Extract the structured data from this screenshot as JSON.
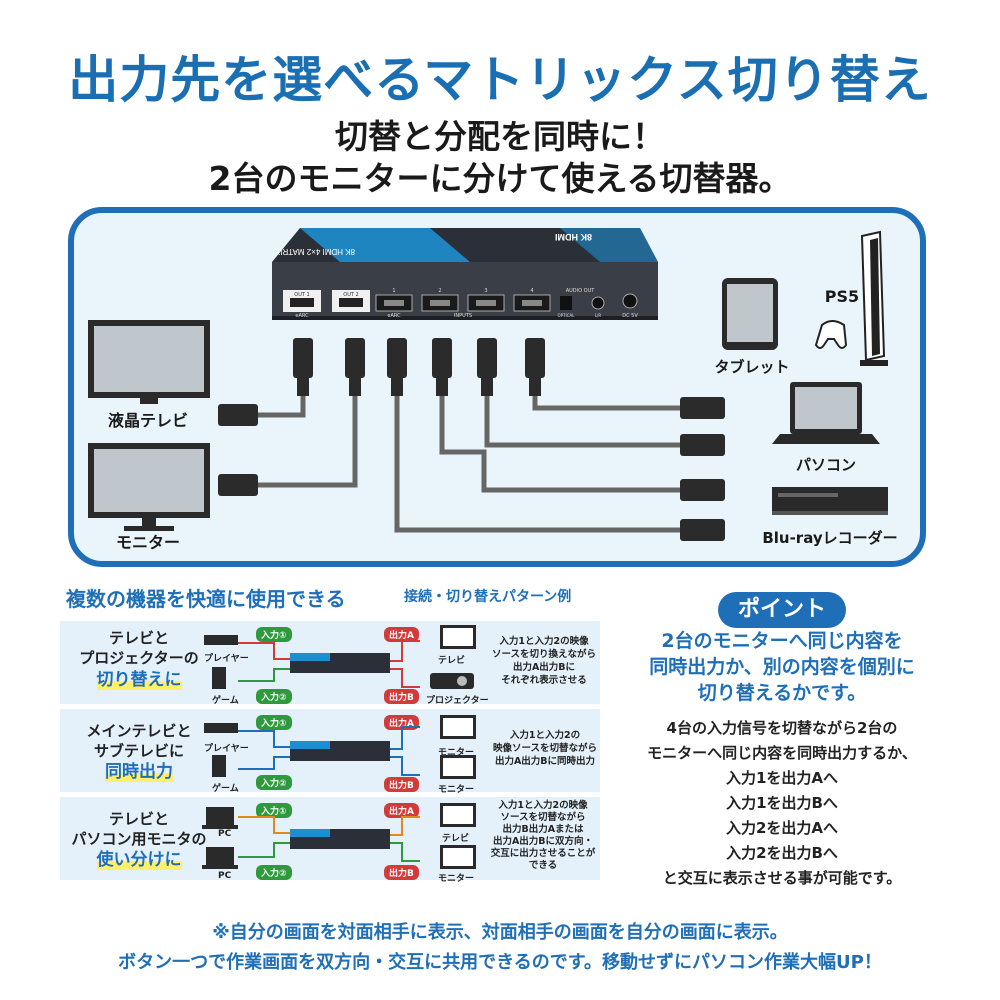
{
  "header": {
    "title": "出力先を選べるマトリックス切り替え",
    "subtitle1": "切替と分配を同時に！",
    "subtitle2": "2台のモニターに分けて使える切替器。"
  },
  "device": {
    "top_text": "8K HDMI 4×2 MATRIX",
    "logo_text": "8K HDMI",
    "ports": [
      "OUT 1",
      "OUT 2",
      "1",
      "2",
      "3",
      "4"
    ],
    "port_sub": [
      "eARC",
      "eARC",
      "INPUTS"
    ],
    "audio_label": "AUDIO OUT",
    "audio_sub": [
      "OPTICAL",
      "L/R"
    ],
    "dc_label": "DC 5V"
  },
  "devices_left": [
    "液晶テレビ",
    "モニター"
  ],
  "devices_right": [
    "タブレット",
    "PS5",
    "パソコン",
    "Blu-rayレコーダー"
  ],
  "patterns": {
    "title": "複数の機器を快適に使用できる",
    "subtitle": "接続・切り替えパターン例",
    "rows": [
      {
        "title_line1": "テレビと",
        "title_line2": "プロジェクターの",
        "title_highlight": "切り替えに",
        "in1": "入力①",
        "in2": "入力②",
        "src1": "プレイヤー",
        "src2": "ゲーム",
        "out1": "出力A",
        "out2": "出力B",
        "dst1": "テレビ",
        "dst2": "プロジェクター",
        "desc": [
          "入力1と入力2の映像",
          "ソースを切り換えながら",
          "出力A出力Bに",
          "それぞれ表示させる"
        ]
      },
      {
        "title_line1": "メインテレビと",
        "title_line2": "サブテレビに",
        "title_highlight": "同時出力",
        "in1": "入力①",
        "in2": "入力②",
        "src1": "プレイヤー",
        "src2": "ゲーム",
        "out1": "出力A",
        "out2": "出力B",
        "dst1": "モニター",
        "dst2": "モニター",
        "desc": [
          "入力1と入力2の",
          "映像ソースを切替ながら",
          "出力A出力Bに同時出力"
        ]
      },
      {
        "title_line1": "テレビと",
        "title_line2": "パソコン用モニタの",
        "title_highlight": "使い分けに",
        "in1": "入力①",
        "in2": "入力②",
        "src1": "PC",
        "src2": "PC",
        "out1": "出力A",
        "out2": "出力B",
        "dst1": "テレビ",
        "dst2": "モニター",
        "desc": [
          "入力1と入力2の映像",
          "ソースを切替ながら",
          "出力B出力Aまたは",
          "出力A出力Bに双方向・",
          "交互に出力させることが",
          "できる"
        ]
      }
    ]
  },
  "point": {
    "badge": "ポイント",
    "lead": [
      "2台のモニターへ同じ内容を",
      "同時出力か、別の内容を個別に",
      "切り替えるかです。"
    ],
    "body": [
      "4台の入力信号を切替ながら2台の",
      "モニターへ同じ内容を同時出力するか、",
      "入力1を出力Aへ",
      "入力1を出力Bへ",
      "入力2を出力Aへ",
      "入力2を出力Bへ",
      "と交互に表示させる事が可能です。"
    ]
  },
  "footer": {
    "line1": "※自分の画面を対面相手に表示、対面相手の画面を自分の画面に表示。",
    "line2": "ボタン一つで作業画面を双方向・交互に共用できるのです。移動せずにパソコン作業大幅UP！"
  },
  "colors": {
    "brand_blue": "#1f6fb8",
    "input_green": "#2f9a3b",
    "output_red": "#d33a3a",
    "cable_gray": "#666666",
    "highlight_yellow": "#fff06a"
  }
}
